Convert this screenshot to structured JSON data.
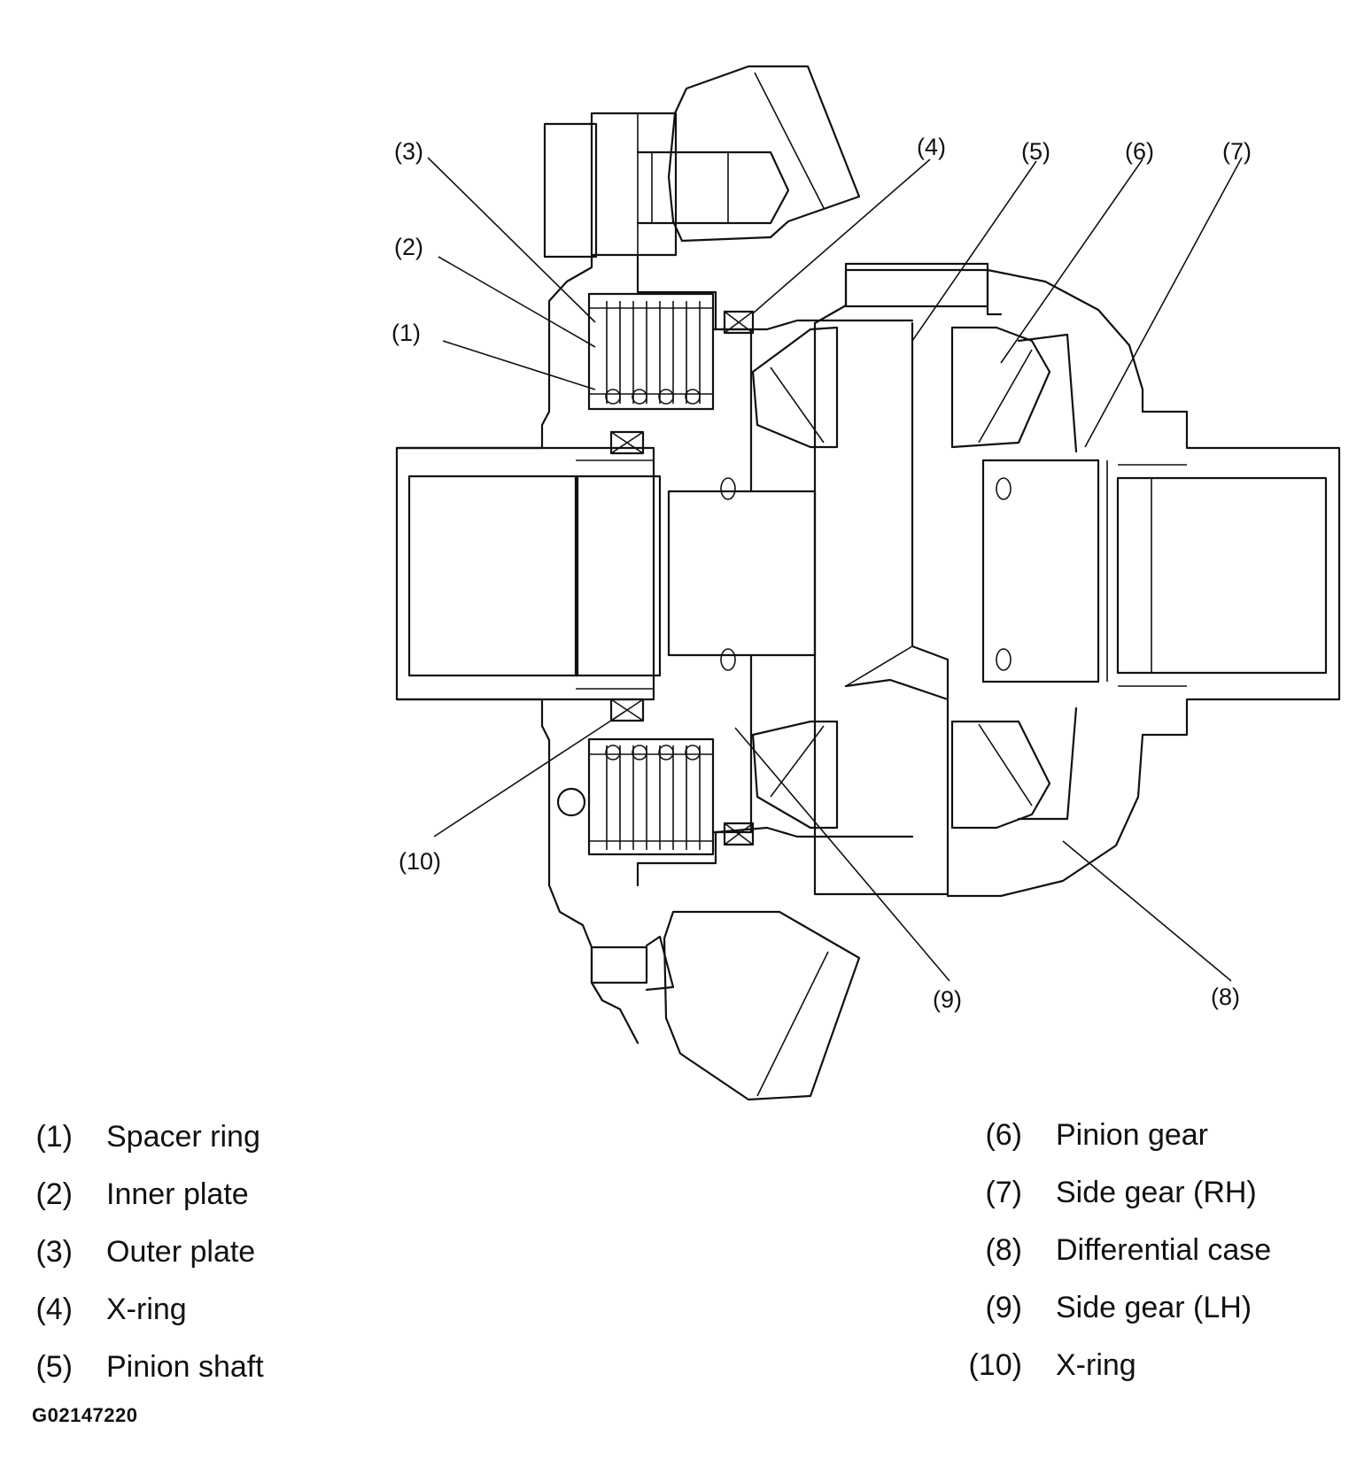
{
  "callouts": [
    "(1)",
    "(2)",
    "(3)",
    "(4)",
    "(5)",
    "(6)",
    "(7)",
    "(8)",
    "(9)",
    "(10)"
  ],
  "legend_left": [
    {
      "num": "(1)",
      "label": "Spacer ring"
    },
    {
      "num": "(2)",
      "label": "Inner plate"
    },
    {
      "num": "(3)",
      "label": "Outer plate"
    },
    {
      "num": "(4)",
      "label": "X-ring"
    },
    {
      "num": "(5)",
      "label": "Pinion shaft"
    }
  ],
  "legend_right": [
    {
      "num": "(6)",
      "label": "Pinion gear"
    },
    {
      "num": "(7)",
      "label": "Side gear (RH)"
    },
    {
      "num": "(8)",
      "label": "Differential case"
    },
    {
      "num": "(9)",
      "label": "Side gear (LH)"
    },
    {
      "num": "(10)",
      "label": "X-ring"
    }
  ],
  "figure_id": "G02147220"
}
